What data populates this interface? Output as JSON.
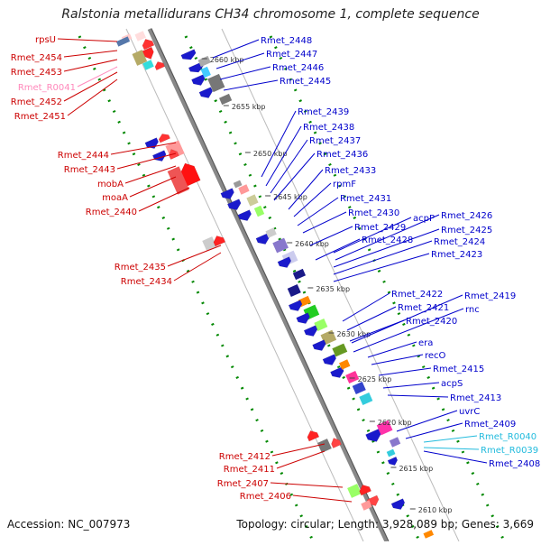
{
  "title": "Ralstonia metallidurans CH34 chromosome 1, complete sequence",
  "footer": {
    "accession": "Accession: NC_007973",
    "summary": "Topology: circular; Length: 3,928,089 bp; Genes: 3,669"
  },
  "colors": {
    "left_label": "#cc0000",
    "left_rna_label": "#ff88bb",
    "right_label": "#0000cc",
    "right_rna_label": "#22bbdd",
    "backbone": "#888888",
    "tick": "#008800"
  },
  "scale_ticks": [
    "2660 kbp",
    "2655 kbp",
    "2650 kbp",
    "2645 kbp",
    "2640 kbp",
    "2635 kbp",
    "2630 kbp",
    "2625 kbp",
    "2620 kbp",
    "2615 kbp",
    "2610 kbp"
  ],
  "left_labels": [
    {
      "name": "rpsU",
      "kind": "gene"
    },
    {
      "name": "Rmet_2454",
      "kind": "gene"
    },
    {
      "name": "Rmet_2453",
      "kind": "gene"
    },
    {
      "name": "Rmet_R0041",
      "kind": "rna"
    },
    {
      "name": "Rmet_2452",
      "kind": "gene"
    },
    {
      "name": "Rmet_2451",
      "kind": "gene"
    },
    {
      "name": "Rmet_2444",
      "kind": "gene"
    },
    {
      "name": "Rmet_2443",
      "kind": "gene"
    },
    {
      "name": "mobA",
      "kind": "gene"
    },
    {
      "name": "moaA",
      "kind": "gene"
    },
    {
      "name": "Rmet_2440",
      "kind": "gene"
    },
    {
      "name": "Rmet_2435",
      "kind": "gene"
    },
    {
      "name": "Rmet_2434",
      "kind": "gene"
    },
    {
      "name": "Rmet_2412",
      "kind": "gene"
    },
    {
      "name": "Rmet_2411",
      "kind": "gene"
    },
    {
      "name": "Rmet_2407",
      "kind": "gene"
    },
    {
      "name": "Rmet_2406",
      "kind": "gene"
    }
  ],
  "right_labels": [
    {
      "name": "Rmet_2448",
      "kind": "gene"
    },
    {
      "name": "Rmet_2447",
      "kind": "gene"
    },
    {
      "name": "Rmet_2446",
      "kind": "gene"
    },
    {
      "name": "Rmet_2445",
      "kind": "gene"
    },
    {
      "name": "Rmet_2439",
      "kind": "gene"
    },
    {
      "name": "Rmet_2438",
      "kind": "gene"
    },
    {
      "name": "Rmet_2437",
      "kind": "gene"
    },
    {
      "name": "Rmet_2436",
      "kind": "gene"
    },
    {
      "name": "Rmet_2433",
      "kind": "gene"
    },
    {
      "name": "rpmF",
      "kind": "gene"
    },
    {
      "name": "Rmet_2431",
      "kind": "gene"
    },
    {
      "name": "Rmet_2430",
      "kind": "gene"
    },
    {
      "name": "Rmet_2429",
      "kind": "gene"
    },
    {
      "name": "acpP",
      "kind": "gene"
    },
    {
      "name": "Rmet_2426",
      "kind": "gene"
    },
    {
      "name": "Rmet_2428",
      "kind": "gene"
    },
    {
      "name": "Rmet_2425",
      "kind": "gene"
    },
    {
      "name": "Rmet_2424",
      "kind": "gene"
    },
    {
      "name": "Rmet_2423",
      "kind": "gene"
    },
    {
      "name": "Rmet_2422",
      "kind": "gene"
    },
    {
      "name": "Rmet_2419",
      "kind": "gene"
    },
    {
      "name": "Rmet_2421",
      "kind": "gene"
    },
    {
      "name": "rnc",
      "kind": "gene"
    },
    {
      "name": "Rmet_2420",
      "kind": "gene"
    },
    {
      "name": "era",
      "kind": "gene"
    },
    {
      "name": "recO",
      "kind": "gene"
    },
    {
      "name": "Rmet_2415",
      "kind": "gene"
    },
    {
      "name": "acpS",
      "kind": "gene"
    },
    {
      "name": "Rmet_2413",
      "kind": "gene"
    },
    {
      "name": "uvrC",
      "kind": "gene"
    },
    {
      "name": "Rmet_2409",
      "kind": "gene"
    },
    {
      "name": "Rmet_R0040",
      "kind": "rna"
    },
    {
      "name": "Rmet_R0039",
      "kind": "rna"
    },
    {
      "name": "Rmet_2408",
      "kind": "gene"
    }
  ]
}
